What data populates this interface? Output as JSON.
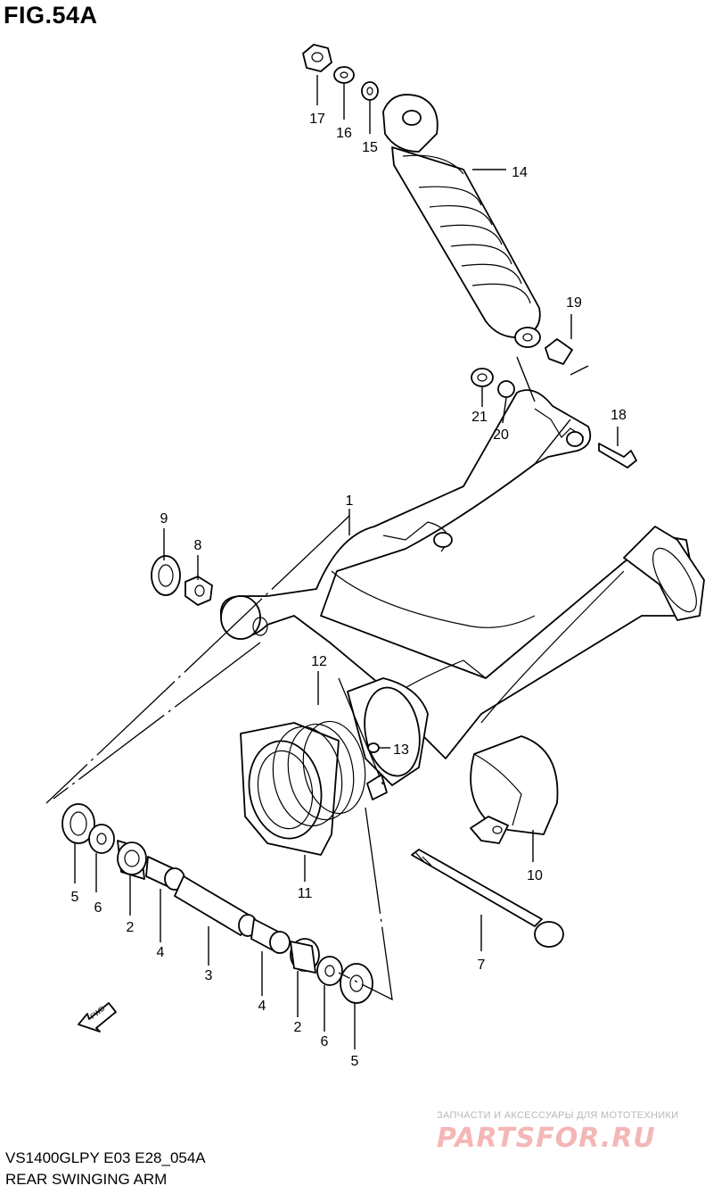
{
  "figure": {
    "title": "FIG.54A",
    "model_code": "VS1400GLPY E03 E28_054A",
    "section_title": "REAR SWINGING ARM",
    "fwd_label": "FWD"
  },
  "callouts": {
    "c1": "1",
    "c2a": "2",
    "c2b": "2",
    "c3": "3",
    "c4a": "4",
    "c4b": "4",
    "c5a": "5",
    "c5b": "5",
    "c6a": "6",
    "c6b": "6",
    "c7": "7",
    "c8": "8",
    "c9": "9",
    "c10": "10",
    "c11": "11",
    "c12": "12",
    "c13": "13",
    "c14": "14",
    "c15": "15",
    "c16": "16",
    "c17": "17",
    "c18": "18",
    "c19": "19",
    "c20": "20",
    "c21": "21"
  },
  "watermark": {
    "tagline": "ЗАПЧАСТИ И АКСЕССУАРЫ ДЛЯ МОТОТЕХНИКИ",
    "logo": "PARTSFOR.RU"
  }
}
